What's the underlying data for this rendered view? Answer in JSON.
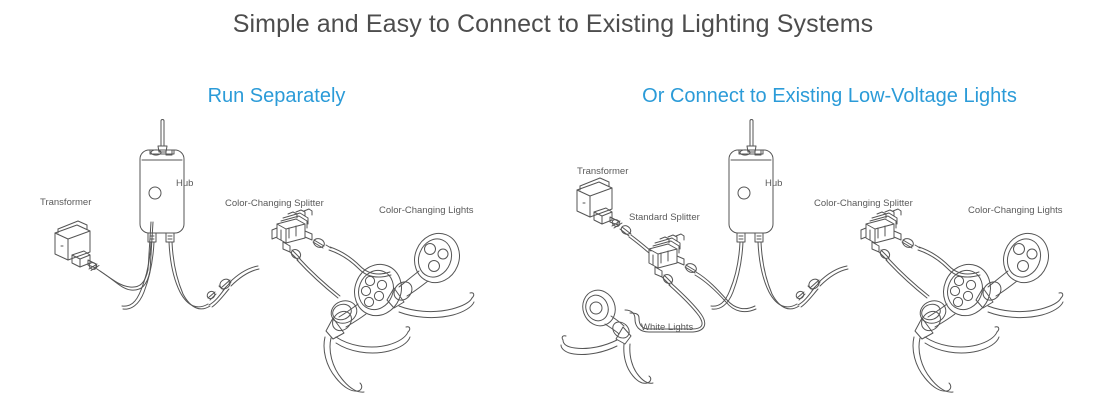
{
  "page": {
    "title": "Simple and Easy to Connect to Existing Lighting Systems",
    "background_color": "#ffffff",
    "title_color": "#4d4d4d",
    "heading_color": "#2b9bd8",
    "label_color": "#5a5a5a",
    "line_color": "#555555"
  },
  "panels": [
    {
      "id": "run-separately",
      "heading": "Run Separately",
      "labels": {
        "transformer": "Transformer",
        "hub": "Hub",
        "color_changing_splitter": "Color-Changing Splitter",
        "color_changing_lights": "Color-Changing Lights"
      },
      "components": [
        "transformer",
        "hub",
        "color-changing-splitter",
        "color-changing-lights"
      ]
    },
    {
      "id": "connect-to-existing",
      "heading": "Or Connect to Existing Low-Voltage Lights",
      "labels": {
        "transformer": "Transformer",
        "standard_splitter": "Standard Splitter",
        "hub": "Hub",
        "color_changing_splitter": "Color-Changing Splitter",
        "color_changing_lights": "Color-Changing Lights",
        "white_lights": "White Lights"
      },
      "components": [
        "transformer",
        "standard-splitter",
        "white-lights",
        "hub",
        "color-changing-splitter",
        "color-changing-lights"
      ]
    }
  ]
}
